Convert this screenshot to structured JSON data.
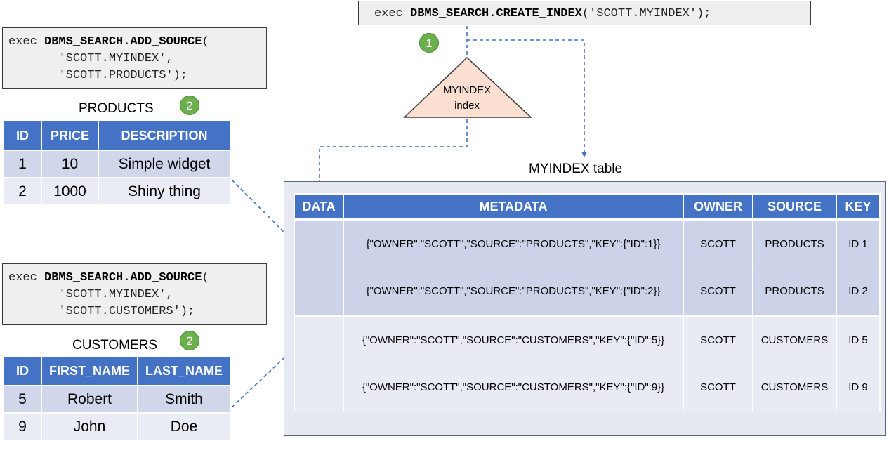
{
  "create_index": {
    "pre": "exec ",
    "bold": "DBMS_SEARCH.CREATE_INDEX",
    "post": "('SCOTT.MYINDEX');"
  },
  "add_source_products": {
    "pre": "exec ",
    "bold": "DBMS_SEARCH.ADD_SOURCE",
    "post": "(",
    "line2": "       'SCOTT.MYINDEX',",
    "line3": "       'SCOTT.PRODUCTS');"
  },
  "add_source_customers": {
    "pre": "exec ",
    "bold": "DBMS_SEARCH.ADD_SOURCE",
    "post": "(",
    "line2": "       'SCOTT.MYINDEX',",
    "line3": "       'SCOTT.CUSTOMERS');"
  },
  "badges": {
    "step1": "1",
    "step2": "2"
  },
  "index_shape": {
    "line1": "MYINDEX",
    "line2": "index"
  },
  "products": {
    "title": "PRODUCTS",
    "headers": [
      "ID",
      "PRICE",
      "DESCRIPTION"
    ],
    "rows": [
      [
        "1",
        "10",
        "Simple widget"
      ],
      [
        "2",
        "1000",
        "Shiny thing"
      ]
    ]
  },
  "customers": {
    "title": "CUSTOMERS",
    "headers": [
      "ID",
      "FIRST_NAME",
      "LAST_NAME"
    ],
    "rows": [
      [
        "5",
        "Robert",
        "Smith"
      ],
      [
        "9",
        "John",
        "Doe"
      ]
    ]
  },
  "myindex_table": {
    "title": "MYINDEX table",
    "headers": [
      "DATA",
      "METADATA",
      "OWNER",
      "SOURCE",
      "KEY"
    ],
    "rows": [
      {
        "data": "",
        "metadata": "{\"OWNER\":\"SCOTT\",\"SOURCE\":\"PRODUCTS\",\"KEY\":{\"ID\":1}}",
        "owner": "SCOTT",
        "source": "PRODUCTS",
        "key": "ID 1"
      },
      {
        "data": "",
        "metadata": "{\"OWNER\":\"SCOTT\",\"SOURCE\":\"PRODUCTS\",\"KEY\":{\"ID\":2}}",
        "owner": "SCOTT",
        "source": "PRODUCTS",
        "key": "ID 2"
      },
      {
        "data": "",
        "metadata": "{\"OWNER\":\"SCOTT\",\"SOURCE\":\"CUSTOMERS\",\"KEY\":{\"ID\":5}}",
        "owner": "SCOTT",
        "source": "CUSTOMERS",
        "key": "ID 5"
      },
      {
        "data": "",
        "metadata": "{\"OWNER\":\"SCOTT\",\"SOURCE\":\"CUSTOMERS\",\"KEY\":{\"ID\":9}}",
        "owner": "SCOTT",
        "source": "CUSTOMERS",
        "key": "ID 9"
      }
    ]
  },
  "colors": {
    "header_blue": "#4472c4",
    "badge_green": "#6ab04c",
    "triangle_fill": "#fbe0d2",
    "arrow": "#4472c4"
  }
}
